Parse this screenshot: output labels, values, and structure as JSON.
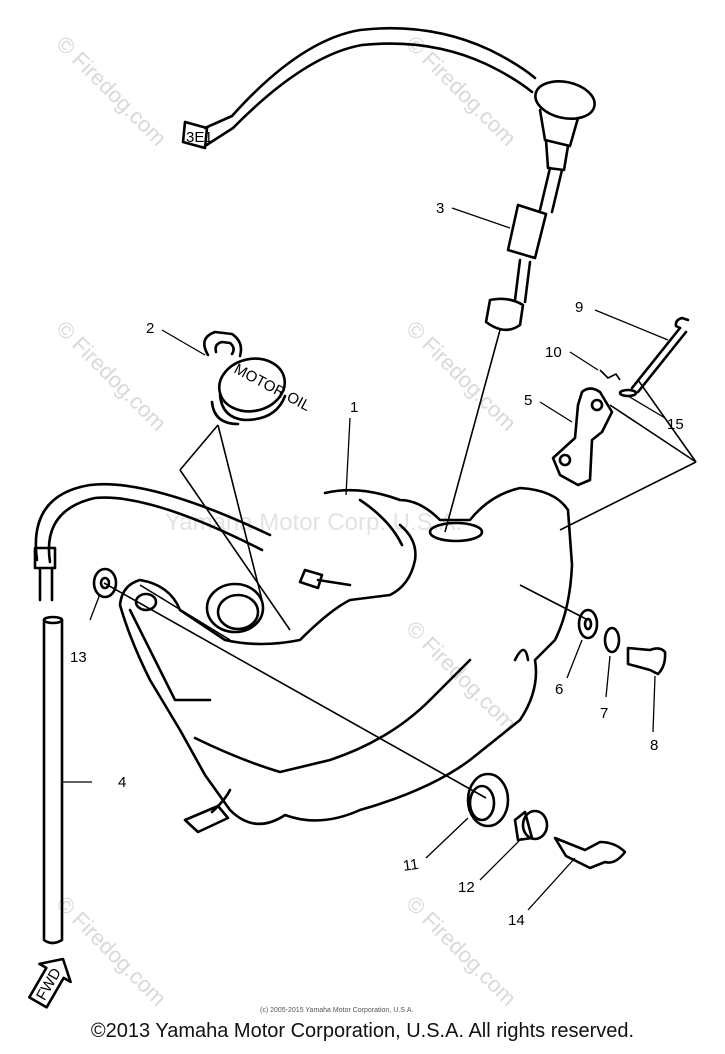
{
  "watermarks": {
    "site": "© Firedog.com",
    "brand": "Yamaha Motor Corp. U.S.A."
  },
  "callouts": [
    "1",
    "2",
    "3",
    "4",
    "5",
    "6",
    "7",
    "8",
    "9",
    "10",
    "11",
    "12",
    "13",
    "14",
    "15"
  ],
  "labels": {
    "fwd": "FWD",
    "cap_text": "MOTOR OIL",
    "connector_text": "3E1"
  },
  "fine_print": "(c) 2005-2015 Yamaha Motor Corporation, U.S.A.",
  "copyright": "©2013 Yamaha Motor Corporation, U.S.A. All rights reserved."
}
